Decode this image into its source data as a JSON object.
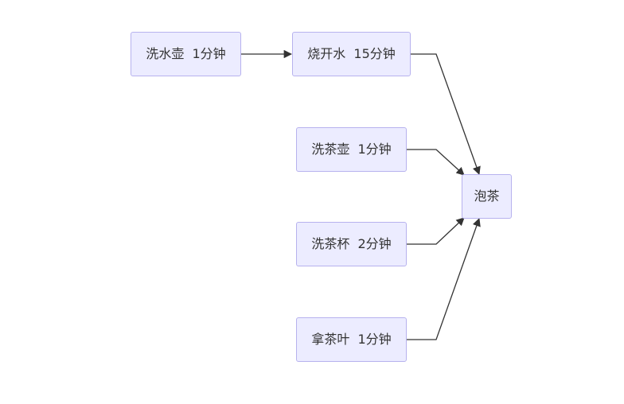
{
  "nodes": {
    "wash_kettle": {
      "label": "洗水壶  1分钟"
    },
    "boil_water": {
      "label": "烧开水  15分钟"
    },
    "wash_teapot": {
      "label": "洗茶壶  1分钟"
    },
    "wash_cups": {
      "label": "洗茶杯  2分钟"
    },
    "get_leaves": {
      "label": "拿茶叶  1分钟"
    },
    "brew_tea": {
      "label": "泡茶"
    }
  },
  "edges": [
    {
      "from": "洗水壶  1分钟",
      "to": "烧开水  15分钟"
    },
    {
      "from": "烧开水  15分钟",
      "to": "泡茶"
    },
    {
      "from": "洗茶壶  1分钟",
      "to": "泡茶"
    },
    {
      "from": "洗茶杯  2分钟",
      "to": "泡茶"
    },
    {
      "from": "拿茶叶  1分钟",
      "to": "泡茶"
    }
  ],
  "colors": {
    "node_fill": "#ececff",
    "node_border": "#b7b2ee",
    "text": "#333333",
    "edge": "#333333"
  }
}
